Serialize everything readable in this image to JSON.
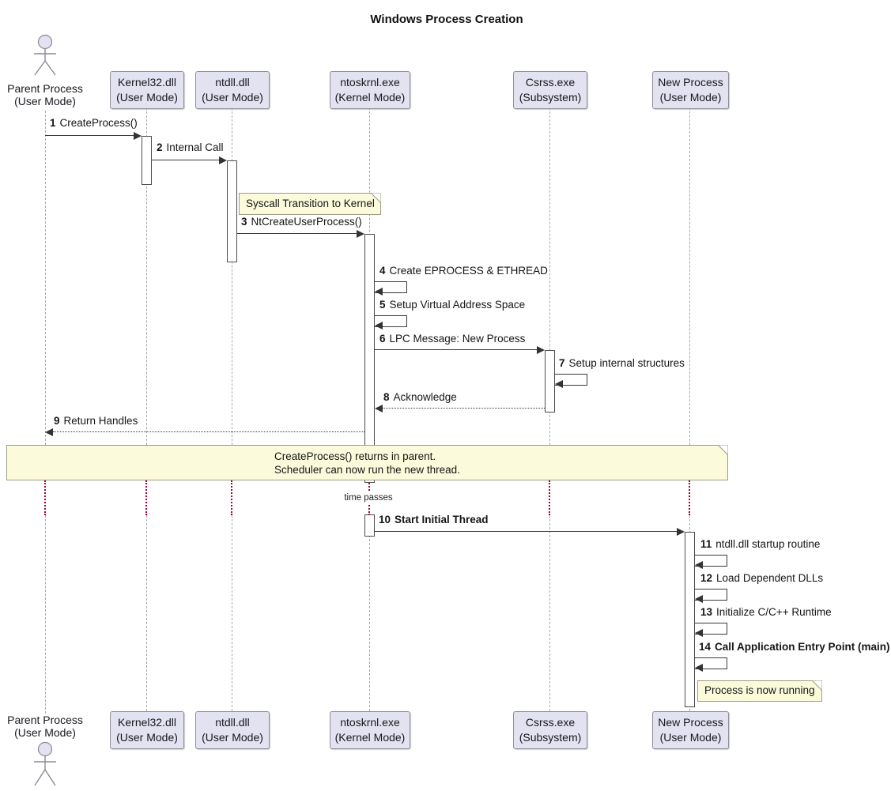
{
  "title": "Windows Process Creation",
  "participants": [
    {
      "id": "parent",
      "name": "Parent Process",
      "mode": "(User Mode)",
      "type": "actor"
    },
    {
      "id": "kernel32",
      "name": "Kernel32.dll",
      "mode": "(User Mode)",
      "type": "participant"
    },
    {
      "id": "ntdll",
      "name": "ntdll.dll",
      "mode": "(User Mode)",
      "type": "participant"
    },
    {
      "id": "ntoskrnl",
      "name": "ntoskrnl.exe",
      "mode": "(Kernel Mode)",
      "type": "participant"
    },
    {
      "id": "csrss",
      "name": "Csrss.exe",
      "mode": "(Subsystem)",
      "type": "participant"
    },
    {
      "id": "newproc",
      "name": "New Process",
      "mode": "(User Mode)",
      "type": "participant"
    }
  ],
  "messages": [
    {
      "num": "1",
      "label": "CreateProcess()",
      "from": "parent",
      "to": "kernel32",
      "style": "solid"
    },
    {
      "num": "2",
      "label": "Internal Call",
      "from": "kernel32",
      "to": "ntdll",
      "style": "solid"
    },
    {
      "num": "3",
      "label": "NtCreateUserProcess()",
      "from": "ntdll",
      "to": "ntoskrnl",
      "style": "solid"
    },
    {
      "num": "4",
      "label": "Create EPROCESS & ETHREAD",
      "from": "ntoskrnl",
      "to": "ntoskrnl",
      "style": "self"
    },
    {
      "num": "5",
      "label": "Setup Virtual Address Space",
      "from": "ntoskrnl",
      "to": "ntoskrnl",
      "style": "self"
    },
    {
      "num": "6",
      "label": "LPC Message: New Process",
      "from": "ntoskrnl",
      "to": "csrss",
      "style": "solid"
    },
    {
      "num": "7",
      "label": "Setup internal structures",
      "from": "csrss",
      "to": "csrss",
      "style": "self"
    },
    {
      "num": "8",
      "label": "Acknowledge",
      "from": "csrss",
      "to": "ntoskrnl",
      "style": "dotted"
    },
    {
      "num": "9",
      "label": "Return Handles",
      "from": "ntoskrnl",
      "to": "parent",
      "style": "dotted"
    },
    {
      "num": "10",
      "label": "Start Initial Thread",
      "from": "ntoskrnl",
      "to": "newproc",
      "style": "solid",
      "bold": true
    },
    {
      "num": "11",
      "label": "ntdll.dll startup routine",
      "from": "newproc",
      "to": "newproc",
      "style": "self"
    },
    {
      "num": "12",
      "label": "Load Dependent DLLs",
      "from": "newproc",
      "to": "newproc",
      "style": "self"
    },
    {
      "num": "13",
      "label": "Initialize C/C++ Runtime",
      "from": "newproc",
      "to": "newproc",
      "style": "self"
    },
    {
      "num": "14",
      "label": "Call Application Entry Point (main)",
      "from": "newproc",
      "to": "newproc",
      "style": "self",
      "bold": true
    }
  ],
  "notes": {
    "syscall": {
      "text": "Syscall Transition to Kernel",
      "over": "ntdll,ntoskrnl"
    },
    "returns": {
      "line1": "CreateProcess() returns in parent.",
      "line2": "Scheduler can now run the new thread.",
      "over": "all"
    },
    "running": {
      "text": "Process is now running",
      "over": "newproc"
    }
  },
  "divider": {
    "label": "time passes"
  },
  "colors": {
    "participant_fill": "#E2E2F0",
    "participant_border": "#909098",
    "note_fill": "#FBFBDC",
    "note_border": "#9C9C85",
    "lifeline": "#A9A9A9",
    "delay_dotted": "#A80036",
    "message_line": "#3A3A3A",
    "activation_fill": "#FFFFFF",
    "text": "#151515"
  }
}
